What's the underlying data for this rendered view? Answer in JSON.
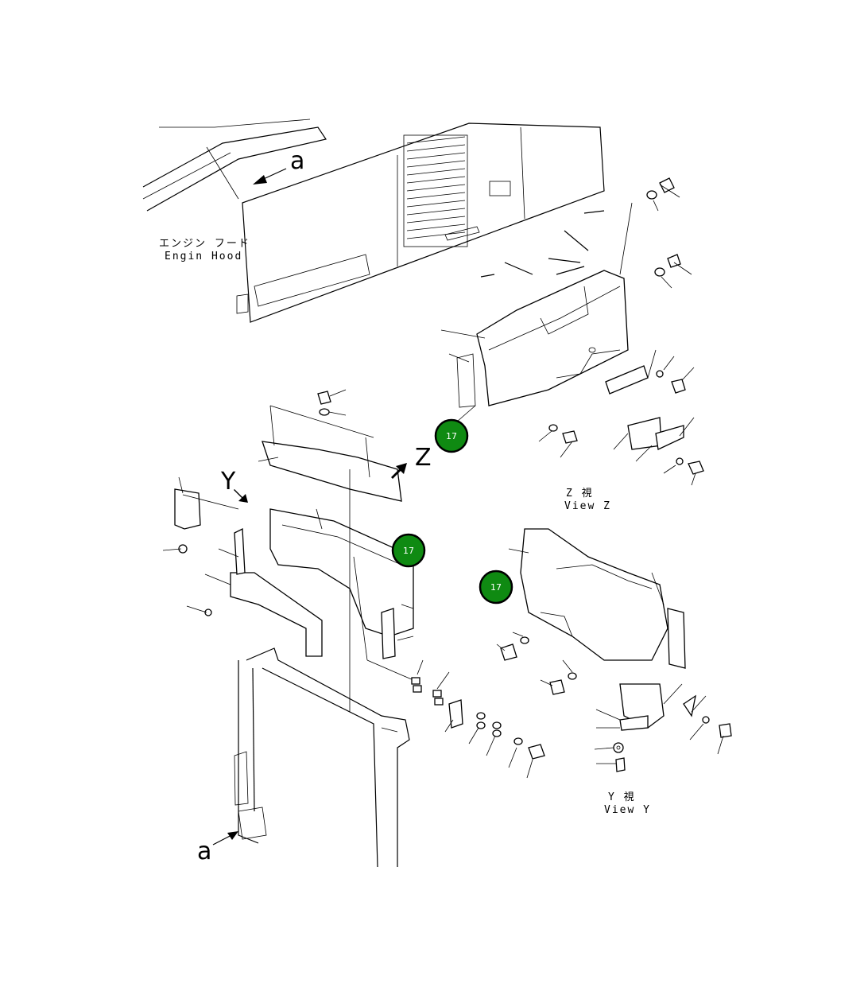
{
  "labels": {
    "hood_jp": "エンジン フード",
    "hood_en": "Engin Hood",
    "view_z_jp": "Z 視",
    "view_z_en": "View Z",
    "view_y_jp": "Y 視",
    "view_y_en": "View Y",
    "ref_a_top": "a",
    "ref_a_bottom": "a",
    "arrow_z": "Z",
    "arrow_y": "Y"
  },
  "callouts": [
    {
      "id": "callout-top",
      "text": "17"
    },
    {
      "id": "callout-middle",
      "text": "17"
    },
    {
      "id": "callout-right",
      "text": "17"
    }
  ],
  "colors": {
    "callout_fill": "#0f8a12",
    "callout_stroke": "#000000",
    "line": "#000000",
    "background": "#ffffff"
  }
}
